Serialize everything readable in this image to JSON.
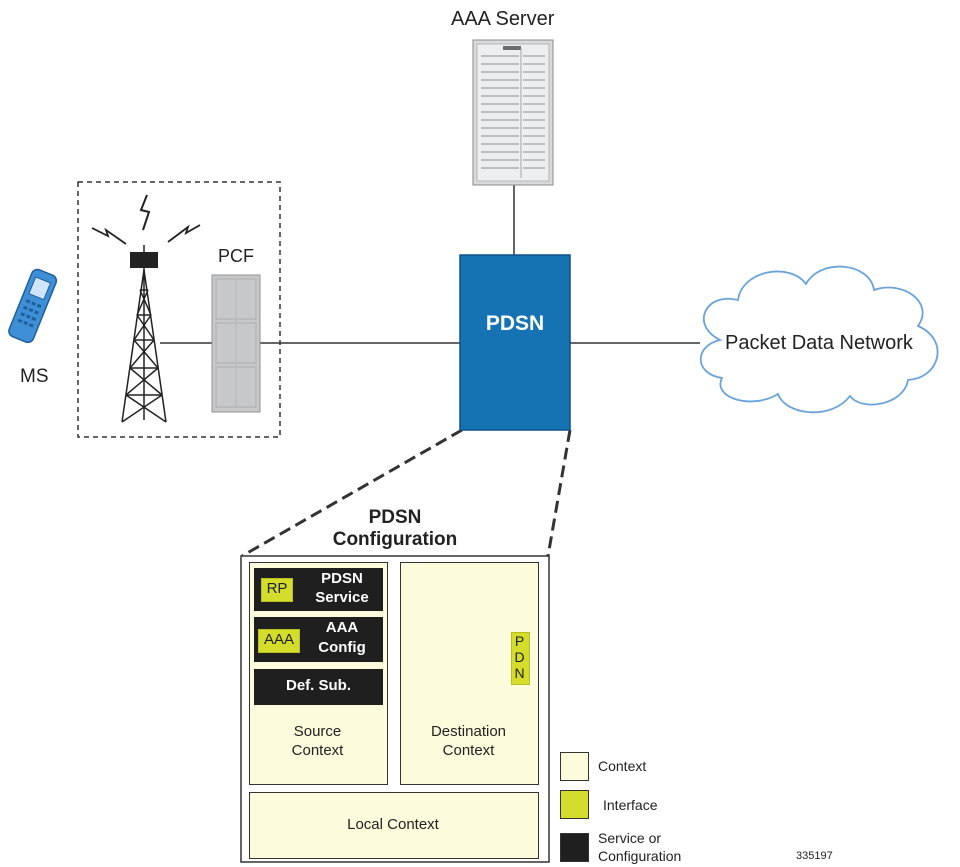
{
  "nodes": {
    "aaa_server": "AAA Server",
    "pcf": "PCF",
    "ms": "MS",
    "pdsn": "PDSN",
    "packet_data_network": "Packet Data Network"
  },
  "config": {
    "title_line1": "PDSN",
    "title_line2": "Configuration",
    "rp_interface": "RP",
    "pdsn_service_line1": "PDSN",
    "pdsn_service_line2": "Service",
    "aaa_interface": "AAA",
    "aaa_config_line1": "AAA",
    "aaa_config_line2": "Config",
    "def_sub": "Def. Sub.",
    "source_line1": "Source",
    "source_line2": "Context",
    "pdn_interface": "PDN",
    "destination_line1": "Destination",
    "destination_line2": "Context",
    "local_context": "Local Context"
  },
  "legend": {
    "context": "Context",
    "interface": "Interface",
    "service_line1": "Service or",
    "service_line2": "Configuration"
  },
  "figure_id": "335197",
  "colors": {
    "pdsn_blue": "#1673b3",
    "context_fill": "#fcfbdc",
    "interface_fill": "#d4dc2c",
    "service_fill": "#1f1f1f",
    "cloud_stroke": "#6aa3d8"
  }
}
